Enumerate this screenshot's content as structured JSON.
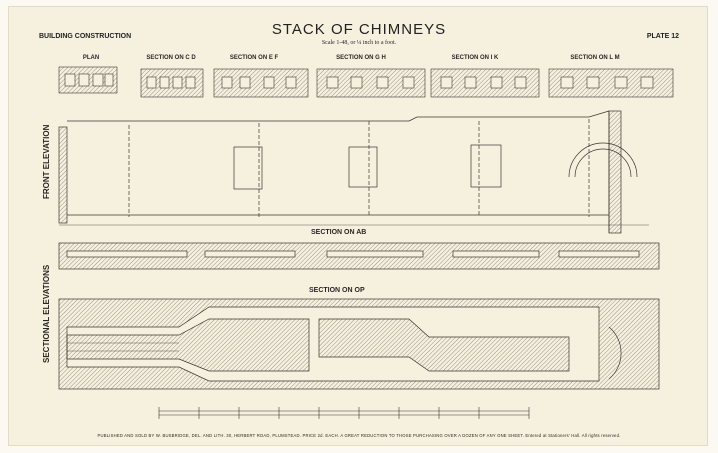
{
  "header": {
    "left": "BUILDING CONSTRUCTION",
    "title": "STACK OF CHIMNEYS",
    "scale": "Scale 1-48, or ¼ inch to a foot.",
    "right": "PLATE 12"
  },
  "sections": {
    "plan": "PLAN",
    "cd": "SECTION ON C D",
    "ef": "SECTION ON E F",
    "gh": "SECTION ON G H",
    "ik": "SECTION ON I K",
    "lm": "SECTION ON L M"
  },
  "side_labels": {
    "front": "FRONT ELEVATION",
    "sectional": "SECTIONAL ELEVATIONS"
  },
  "mid_labels": {
    "ab": "SECTION ON AB",
    "op": "SECTION ON OP"
  },
  "footer": "PUBLISHED AND SOLD BY W. BUSBRIDGE, DEL. AND LITH. 30, HERBERT ROAD, PLUMSTEAD.   PRICE 2d. EACH.   A GREAT REDUCTION TO THOSE PURCHASING OVER A DOZEN OF ANY ONE SHEET.   Entered at Stationers' Hall.   All rights reserved."
}
